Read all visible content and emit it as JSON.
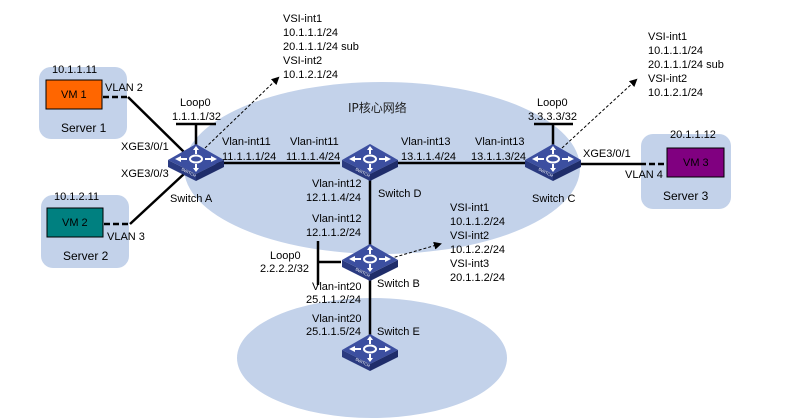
{
  "diagram": {
    "core_network_label": "IP核心网络",
    "colors": {
      "cloud": "#c3d2ea",
      "server_bg": "#c3d2ea",
      "switch_top": "#3c4fa0",
      "switch_side": "#2a3a80",
      "vm1": "#ff6600",
      "vm2": "#008080",
      "vm3": "#800080"
    },
    "servers": [
      {
        "name": "Server 1",
        "vm": "VM 1",
        "ip": "10.1.1.11",
        "vlan": "VLAN 2"
      },
      {
        "name": "Server 2",
        "vm": "VM 2",
        "ip": "10.1.2.11",
        "vlan": "VLAN 3"
      },
      {
        "name": "Server 3",
        "vm": "VM 3",
        "ip": "20.1.1.12",
        "vlan": "VLAN 4"
      }
    ],
    "switches": {
      "A": {
        "name": "Switch A",
        "loop_name": "Loop0",
        "loop_ip": "1.1.1.1/32",
        "port1": "XGE3/0/1",
        "port2": "XGE3/0/3",
        "vlan_int": "Vlan-int11",
        "vlan_ip": "11.1.1.1/24"
      },
      "B": {
        "name": "Switch B",
        "loop_name": "Loop0",
        "loop_ip": "2.2.2.2/32",
        "up_int": "Vlan-int12",
        "up_ip": "12.1.1.2/24",
        "down_int": "Vlan-int20",
        "down_ip": "25.1.1.2/24"
      },
      "C": {
        "name": "Switch C",
        "loop_name": "Loop0",
        "loop_ip": "3.3.3.3/32",
        "port1": "XGE3/0/1",
        "vlan_int": "Vlan-int13",
        "vlan_ip": "13.1.1.3/24"
      },
      "D": {
        "name": "Switch D",
        "left_int": "Vlan-int11",
        "left_ip": "11.1.1.4/24",
        "right_int": "Vlan-int13",
        "right_ip": "13.1.1.4/24",
        "down_int": "Vlan-int12",
        "down_ip": "12.1.1.4/24"
      },
      "E": {
        "name": "Switch E",
        "up_int": "Vlan-int20",
        "up_ip": "25.1.1.5/24"
      }
    },
    "vsi_callouts": {
      "A": [
        "VSI-int1",
        "10.1.1.1/24",
        "20.1.1.1/24 sub",
        "VSI-int2",
        "10.1.2.1/24"
      ],
      "C": [
        "VSI-int1",
        "10.1.1.1/24",
        "20.1.1.1/24 sub",
        "VSI-int2",
        "10.1.2.1/24"
      ],
      "B": [
        "VSI-int1",
        "10.1.1.2/24",
        "VSI-int2",
        "10.1.2.2/24",
        "VSI-int3",
        "20.1.1.2/24"
      ]
    }
  }
}
